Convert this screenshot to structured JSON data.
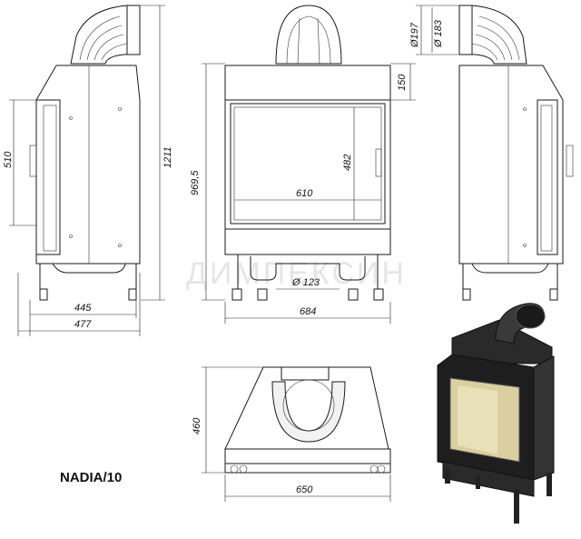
{
  "title": "NADIA/10",
  "watermark": "ДИМПЕКСИН",
  "dimensions": {
    "side_height_total": "1211",
    "side_door_height": "510",
    "side_depth": "445",
    "side_depth_total": "477",
    "front_height": "969,5",
    "front_top": "150",
    "glass_width": "610",
    "glass_height": "482",
    "flue_diameter": "Ø 123",
    "front_width": "684",
    "flue_outer": "Ø197",
    "flue_inner": "Ø 183",
    "top_depth": "460",
    "top_width": "650"
  }
}
